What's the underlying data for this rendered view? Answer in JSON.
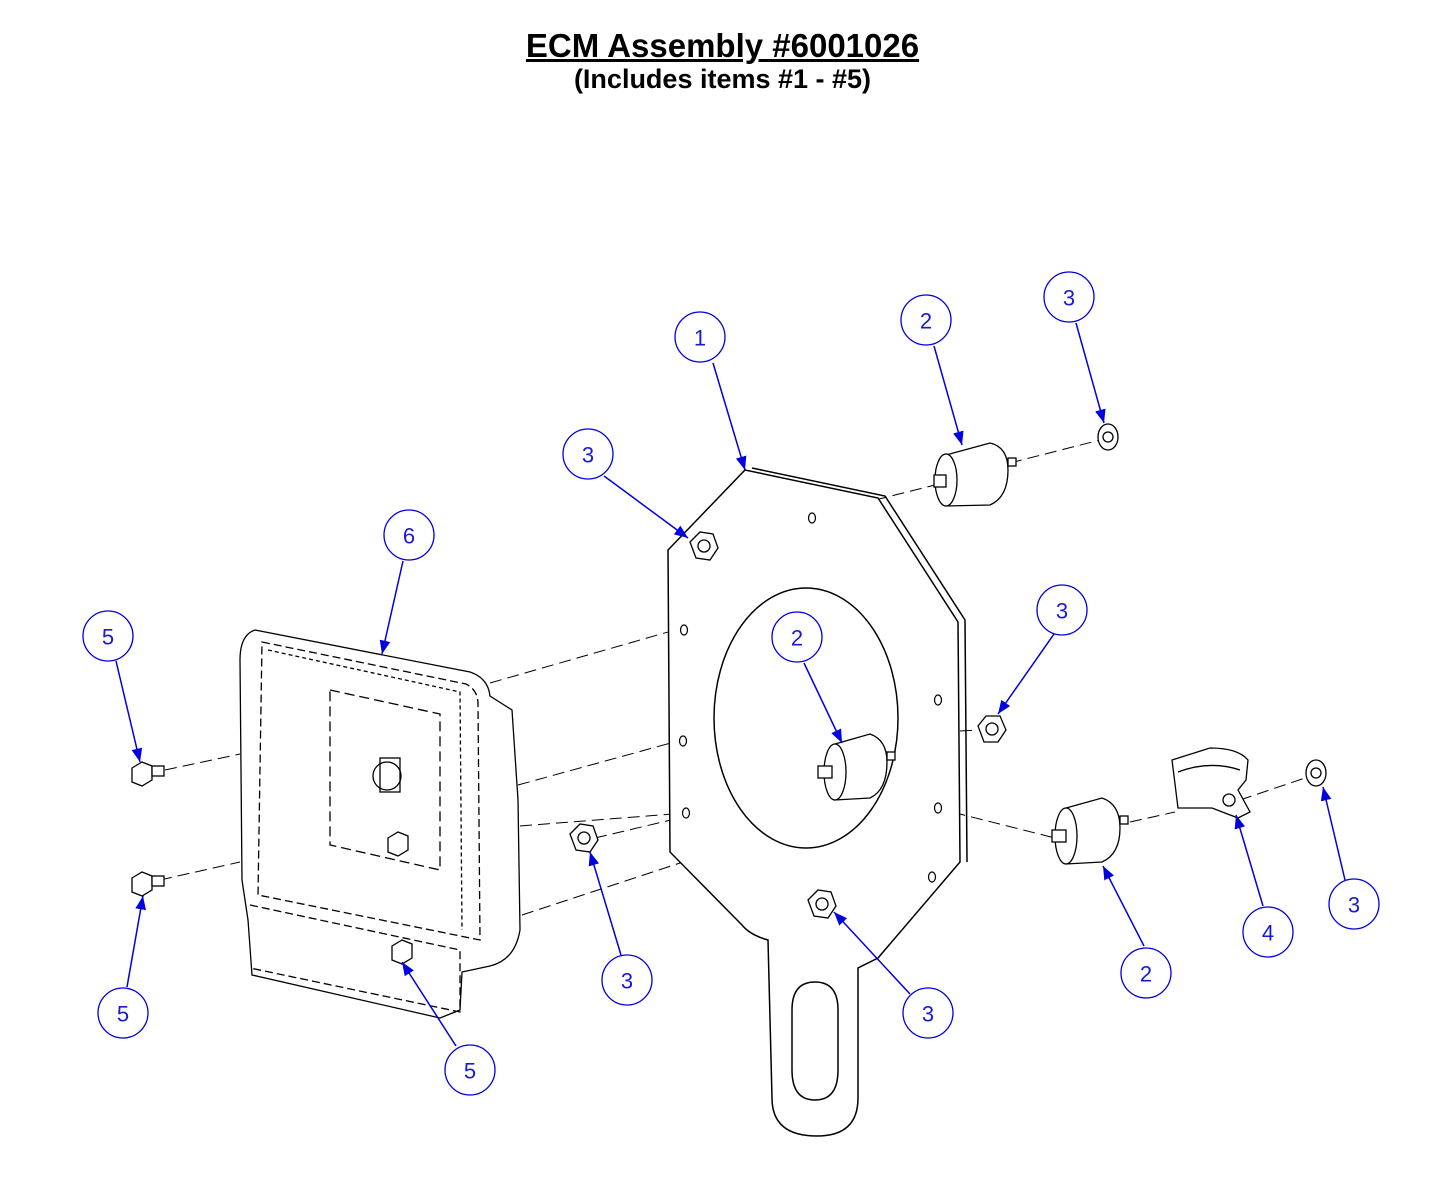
{
  "title": "ECM Assembly #6001026",
  "subtitle": "(Includes items #1 - #5)",
  "colors": {
    "callout": "#0000e0",
    "line": "#000000",
    "background": "#ffffff"
  },
  "callouts": [
    {
      "label": "1",
      "part": "mounting-bracket"
    },
    {
      "label": "2",
      "part": "isolator-mount"
    },
    {
      "label": "2",
      "part": "isolator-mount"
    },
    {
      "label": "2",
      "part": "isolator-mount"
    },
    {
      "label": "3",
      "part": "flange-nut"
    },
    {
      "label": "3",
      "part": "flange-nut"
    },
    {
      "label": "3",
      "part": "flange-nut"
    },
    {
      "label": "3",
      "part": "flange-nut"
    },
    {
      "label": "3",
      "part": "flange-nut"
    },
    {
      "label": "3",
      "part": "flange-nut"
    },
    {
      "label": "4",
      "part": "clamp"
    },
    {
      "label": "5",
      "part": "bolt"
    },
    {
      "label": "5",
      "part": "bolt"
    },
    {
      "label": "5",
      "part": "bolt"
    },
    {
      "label": "6",
      "part": "ecm-module"
    }
  ]
}
